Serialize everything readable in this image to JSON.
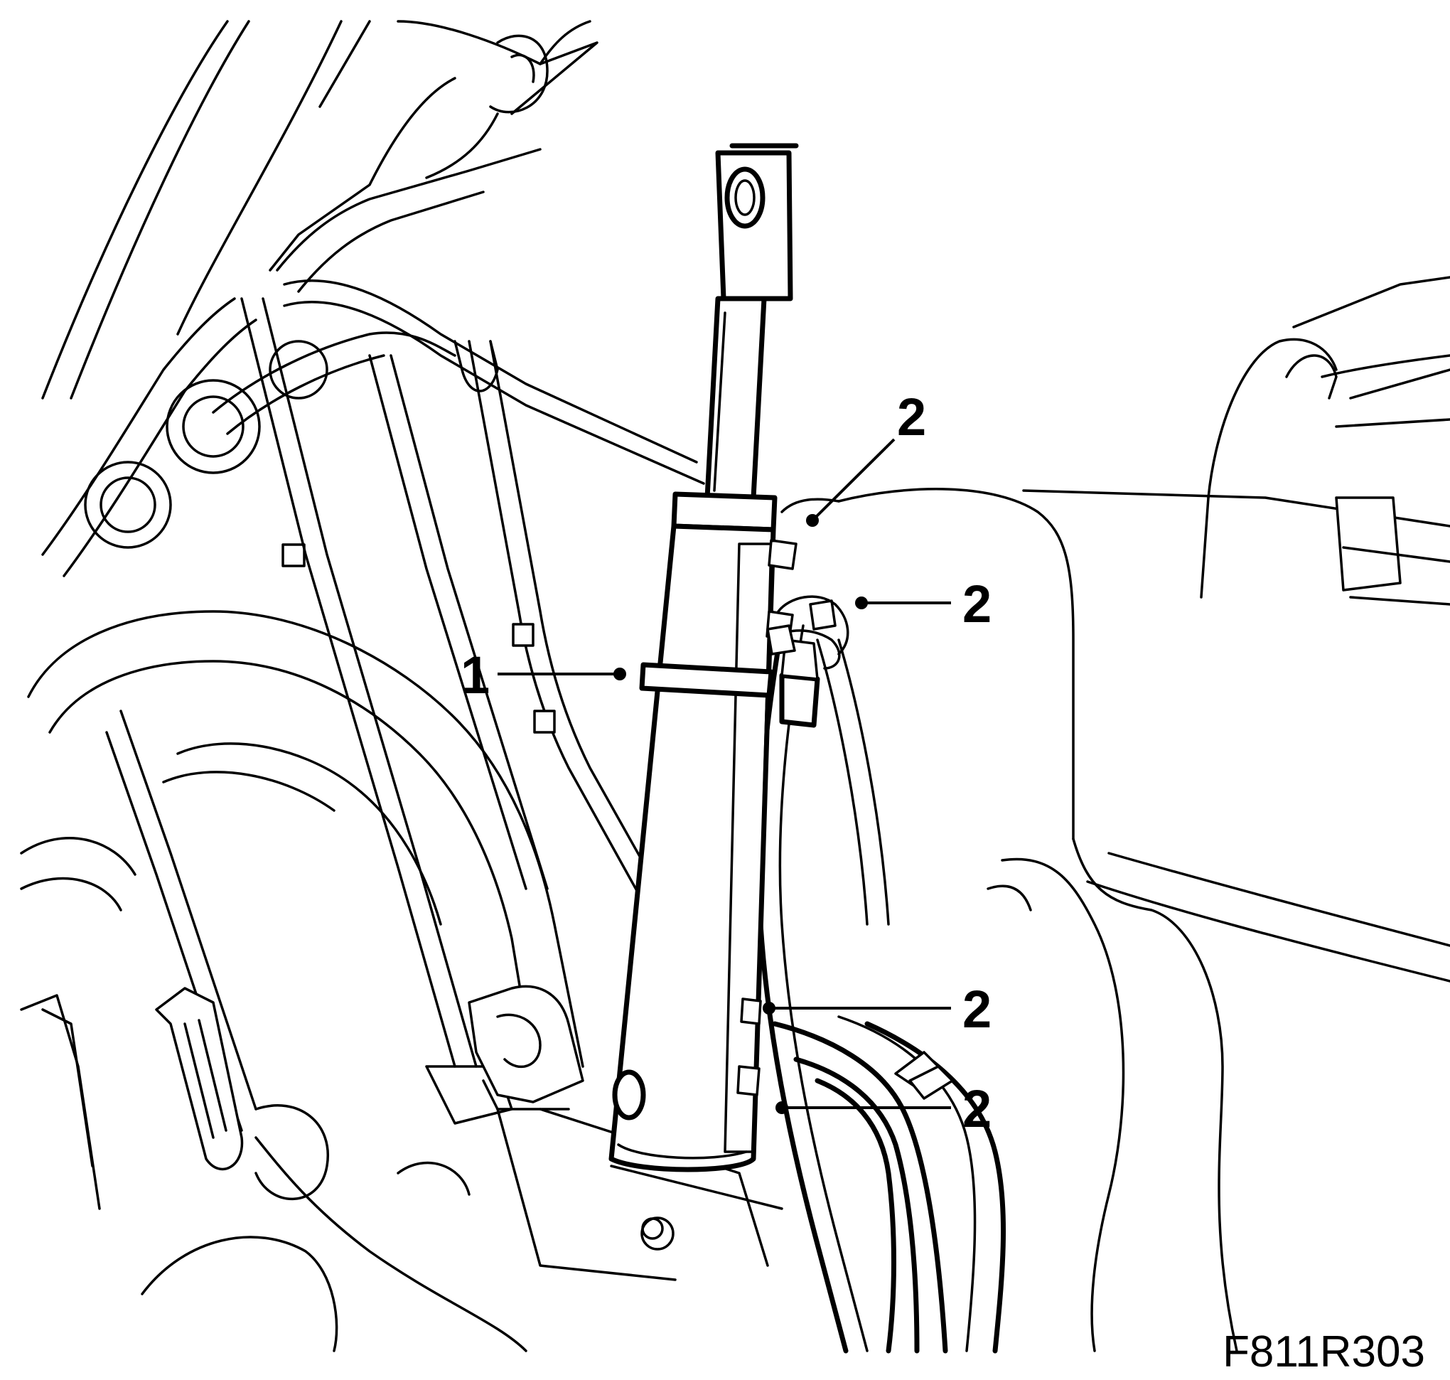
{
  "figure": {
    "id": "F811R303",
    "callouts": {
      "c1": "1",
      "c2a": "2",
      "c2b": "2",
      "c2c": "2",
      "c2d": "2"
    }
  }
}
